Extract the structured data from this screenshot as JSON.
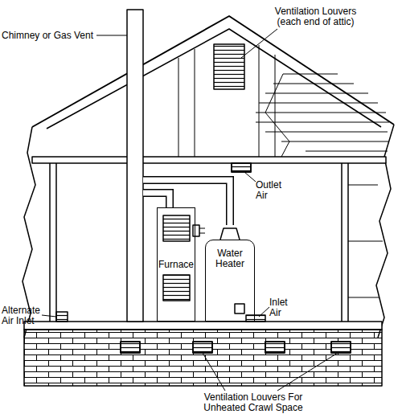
{
  "diagram": {
    "nodes": [
      {
        "text": [
          "Furnace"
        ]
      },
      {
        "text": [
          "Water Heater"
        ]
      }
    ],
    "labels": [
      "Chimney or Gas Vent",
      "Ventilation Louvers (each end of attic)",
      "Outlet Air",
      "Inlet Air",
      "Alternate Air Inlet",
      "Ventilation Louvers For Unheated Crawl Space"
    ]
  }
}
